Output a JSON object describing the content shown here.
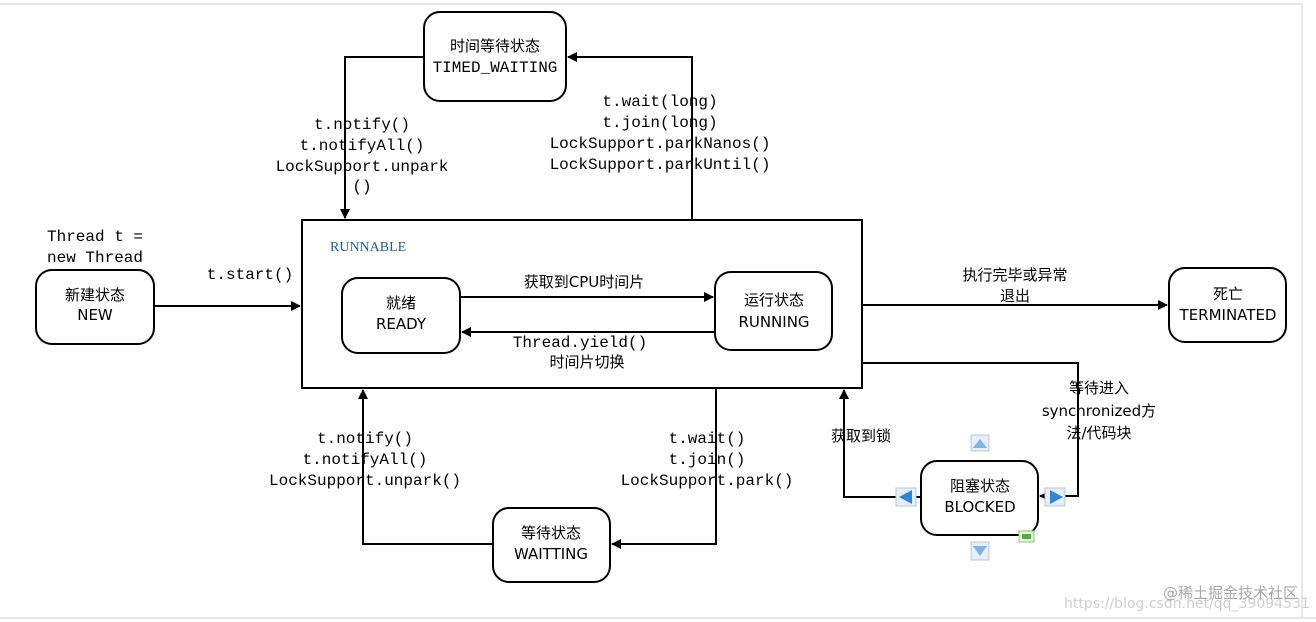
{
  "states": {
    "timed_waiting": {
      "cn": "时间等待状态",
      "en": "TIMED_WAITING"
    },
    "new": {
      "cn": "新建状态",
      "en": "NEW"
    },
    "ready": {
      "cn": "就绪",
      "en": "READY"
    },
    "running": {
      "cn": "运行状态",
      "en": "RUNNING"
    },
    "terminated": {
      "cn": "死亡",
      "en": "TERMINATED"
    },
    "waiting": {
      "cn": "等待状态",
      "en": "WAITTING"
    },
    "blocked": {
      "cn": "阻塞状态",
      "en": "BLOCKED"
    }
  },
  "runnable_label": "RUNNABLE",
  "thread_decl": [
    "Thread t =",
    "new Thread"
  ],
  "transitions": {
    "start": "t.start()",
    "get_cpu": "获取到CPU时间片",
    "yield": [
      "Thread.yield()",
      "时间片切换"
    ],
    "to_timed_waiting": [
      "t.wait(long)",
      "t.join(long)",
      "LockSupport.parkNanos()",
      "LockSupport.parkUntil()"
    ],
    "from_timed_waiting": [
      "t.notify()",
      "t.notifyAll()",
      "LockSupport.unpark",
      "()"
    ],
    "to_terminated": [
      "执行完毕或异常",
      "退出"
    ],
    "to_blocked": [
      "等待进入",
      "synchronized方",
      "法/代码块"
    ],
    "from_blocked": "获取到锁",
    "from_waiting": [
      "t.notify()",
      "t.notifyAll()",
      "LockSupport.unpark()"
    ],
    "to_waiting": [
      "t.wait()",
      "t.join()",
      "LockSupport.park()"
    ]
  },
  "watermark": "@稀土掘金技术社区",
  "watermark_url": "https://blog.csdn.net/qq_39094531"
}
